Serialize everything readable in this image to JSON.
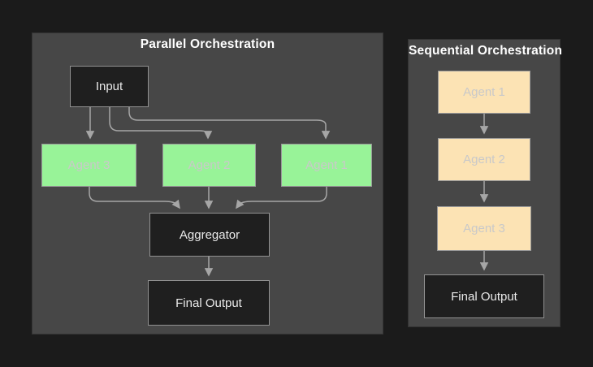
{
  "colors": {
    "page_bg": "#1b1b1b",
    "panel_bg": "#474747",
    "panel_border": "#343434",
    "title_text": "#ffffff",
    "node_dark_bg": "#1f1f1f",
    "node_border": "#919191",
    "node_text": "#eaeaea",
    "agent_green": "#98F398",
    "agent_cream": "#FCE3B4",
    "agent_border": "#9a9a9a",
    "agent_text": "#c9c9c9",
    "arrow": "#a6a6a6"
  },
  "panels": {
    "parallel": {
      "title": "Parallel Orchestration",
      "nodes": {
        "input": "Input",
        "agent3": "Agent 3",
        "agent2": "Agent 2",
        "agent1": "Agent 1",
        "aggregator": "Aggregator",
        "final_output": "Final Output"
      },
      "edges": [
        {
          "from": "Input",
          "to": "Agent 3"
        },
        {
          "from": "Input",
          "to": "Agent 2"
        },
        {
          "from": "Input",
          "to": "Agent 1"
        },
        {
          "from": "Agent 3",
          "to": "Aggregator"
        },
        {
          "from": "Agent 2",
          "to": "Aggregator"
        },
        {
          "from": "Agent 1",
          "to": "Aggregator"
        },
        {
          "from": "Aggregator",
          "to": "Final Output"
        }
      ]
    },
    "sequential": {
      "title": "Sequential Orchestration",
      "nodes": {
        "agent1": "Agent 1",
        "agent2": "Agent 2",
        "agent3": "Agent 3",
        "final_output": "Final Output"
      },
      "edges": [
        {
          "from": "Agent 1",
          "to": "Agent 2"
        },
        {
          "from": "Agent 2",
          "to": "Agent 3"
        },
        {
          "from": "Agent 3",
          "to": "Final Output"
        }
      ]
    }
  }
}
